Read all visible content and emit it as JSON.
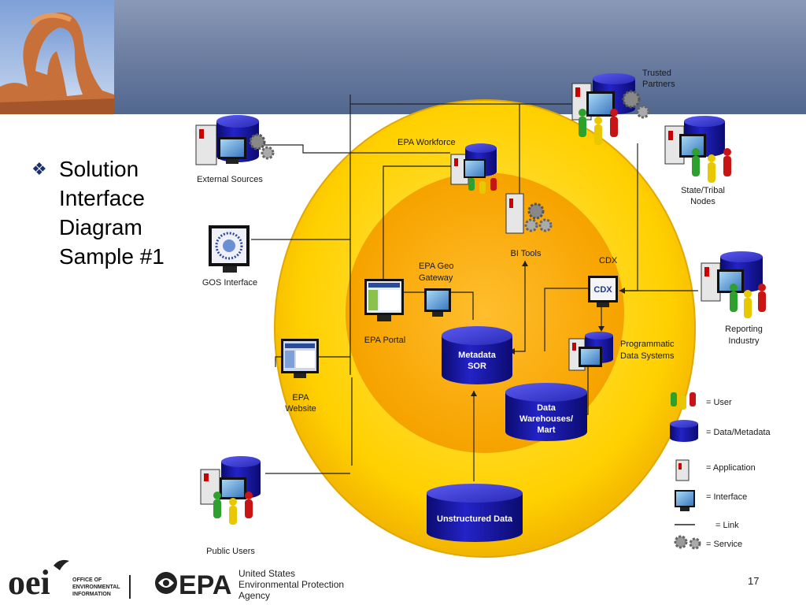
{
  "slide": {
    "bullet_icon": "four-diamond-bullet",
    "title_lines": [
      "Solution",
      "Interface",
      "Diagram",
      "Sample #1"
    ],
    "page_number": "17"
  },
  "diagram": {
    "nodes": {
      "external_sources": "External Sources",
      "gos_interface": "GOS Interface",
      "epa_workforce": "EPA Workforce",
      "bi_tools": "BI Tools",
      "cdx": "CDX",
      "cdx_screen_text": "CDX",
      "trusted_partners": [
        "Trusted",
        "Partners"
      ],
      "state_tribal": [
        "State/Tribal",
        "Nodes"
      ],
      "reporting_industry": [
        "Reporting",
        "Industry"
      ],
      "epa_geo_gateway": [
        "EPA Geo",
        "Gateway"
      ],
      "epa_portal": "EPA Portal",
      "metadata_sor": [
        "Metadata",
        "SOR"
      ],
      "programmatic": [
        "Programmatic",
        "Data Systems"
      ],
      "epa_website": [
        "EPA",
        "Website"
      ],
      "data_warehouses": [
        "Data",
        "Warehouses/",
        "Mart"
      ],
      "unstructured": "Unstructured Data",
      "public_users": "Public Users"
    },
    "legend": {
      "user": "= User",
      "data": "= Data/Metadata",
      "application": "= Application",
      "interface": "= Interface",
      "link": "= Link",
      "service": "= Service"
    },
    "colors": {
      "outer_ring": "#ffcc00",
      "inner_ring": "#f5a300",
      "database": "#1414a6",
      "user_green": "#2ea02e",
      "user_yellow": "#e8c800",
      "user_red": "#c81414"
    }
  },
  "footer": {
    "oei_lines": [
      "OFFICE OF",
      "ENVIRONMENTAL",
      "INFORMATION"
    ],
    "epa_mark": "EPA",
    "agency_lines": [
      "United States",
      "Environmental Protection",
      "Agency"
    ]
  }
}
